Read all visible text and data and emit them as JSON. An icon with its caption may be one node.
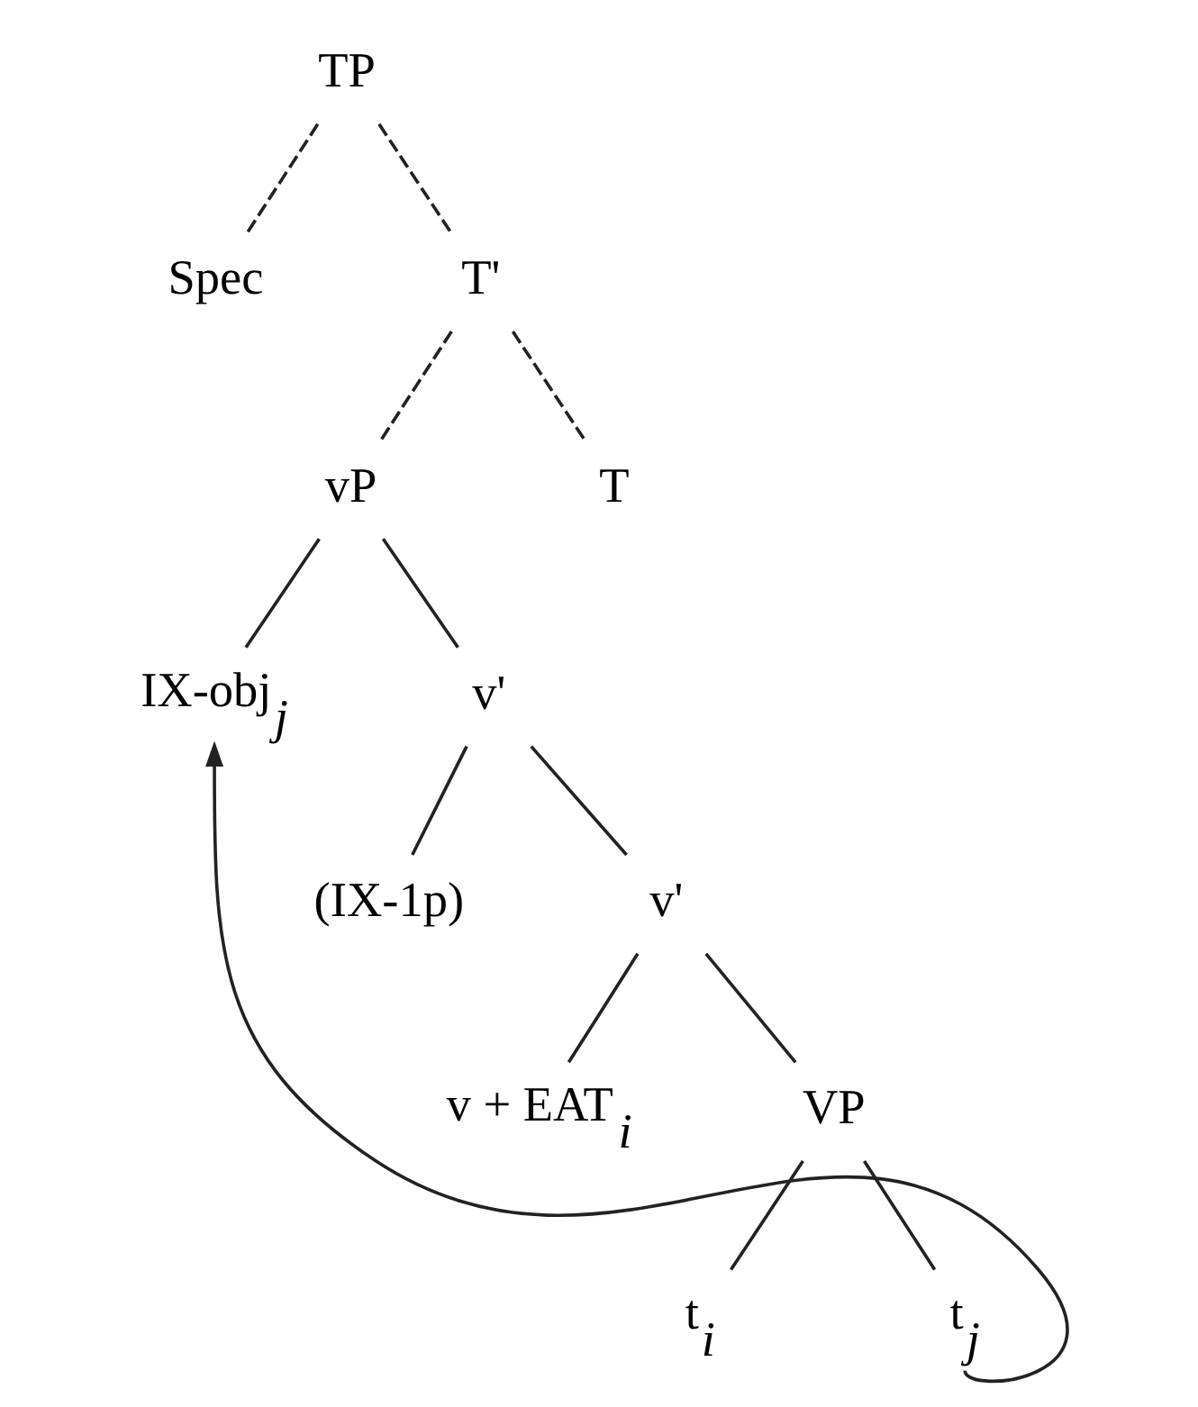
{
  "diagram": {
    "nodes": [
      {
        "text": [
          "TP"
        ]
      },
      {
        "text": [
          "Spec"
        ]
      },
      {
        "text": [
          "T'"
        ]
      },
      {
        "text": [
          "vP"
        ]
      },
      {
        "text": [
          "T"
        ]
      },
      {
        "text": [
          "IX-obj$_{j}$"
        ]
      },
      {
        "text": [
          "v'"
        ]
      },
      {
        "text": [
          "(IX-1p)"
        ]
      },
      {
        "text": [
          "v'"
        ]
      },
      {
        "text": [
          "v + EAT$_{i}$"
        ]
      },
      {
        "text": [
          "VP"
        ]
      },
      {
        "text": [
          "t$_{i}$"
        ]
      },
      {
        "text": [
          "t$_{j}$"
        ]
      }
    ],
    "edges": [
      {
        "from": 0,
        "to": 1,
        "arrow": "none",
        "style": "dashed"
      },
      {
        "from": 0,
        "to": 2,
        "arrow": "none",
        "style": "dashed"
      },
      {
        "from": 2,
        "to": 3,
        "arrow": "none",
        "style": "dashed"
      },
      {
        "from": 2,
        "to": 4,
        "arrow": "none",
        "style": "dashed"
      },
      {
        "from": 3,
        "to": 5,
        "arrow": "none"
      },
      {
        "from": 3,
        "to": 6,
        "arrow": "none"
      },
      {
        "from": 6,
        "to": 7,
        "arrow": "none"
      },
      {
        "from": 6,
        "to": 8,
        "arrow": "none"
      },
      {
        "from": 8,
        "to": 9,
        "arrow": "none"
      },
      {
        "from": 8,
        "to": 10,
        "arrow": "none"
      },
      {
        "from": 10,
        "to": 11,
        "arrow": "none"
      },
      {
        "from": 10,
        "to": 12,
        "arrow": "none"
      },
      {
        "from": 12,
        "to": 5,
        "arrow": "to"
      }
    ]
  }
}
